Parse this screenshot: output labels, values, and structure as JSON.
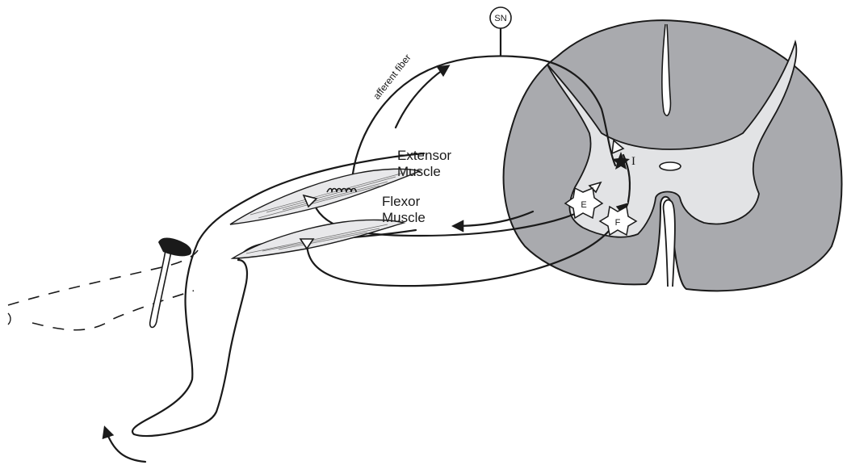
{
  "labels": {
    "sensory_neuron": "SN",
    "afferent_fiber": "afferent fiber",
    "extensor_line1": "Extensor",
    "extensor_line2": "Muscle",
    "flexor_line1": "Flexor",
    "flexor_line2": "Muscle",
    "extensor_motor_neuron": "E",
    "flexor_motor_neuron": "F",
    "interneuron": "I"
  },
  "colors": {
    "white_matter": "#a9aaae",
    "grey_matter": "#e2e3e5",
    "muscle": "#e8e8ea",
    "ink": "#1a1a1a"
  }
}
